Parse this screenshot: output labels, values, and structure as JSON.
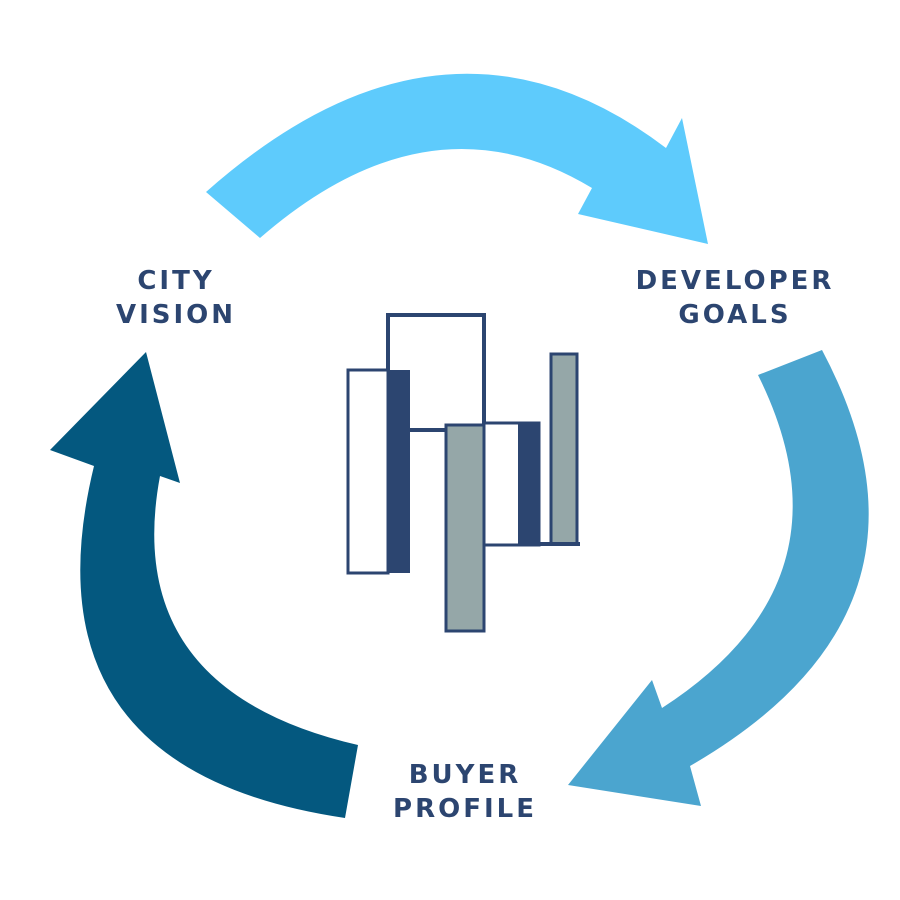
{
  "diagram": {
    "type": "cycle",
    "colors": {
      "arrow_top": "#5ecbfc",
      "arrow_right": "#4ba5cf",
      "arrow_left": "#04587f",
      "building_outline": "#2c4570",
      "building_fill_gray": "#95a7a8",
      "label_text": "#2c4570"
    },
    "stages": [
      {
        "id": "city-vision",
        "line1": "CITY",
        "line2": "VISION"
      },
      {
        "id": "developer-goals",
        "line1": "DEVELOPER",
        "line2": "GOALS"
      },
      {
        "id": "buyer-profile",
        "line1": "BUYER",
        "line2": "PROFILE"
      }
    ],
    "flow": [
      "CITY VISION → DEVELOPER GOALS",
      "DEVELOPER GOALS → BUYER PROFILE",
      "BUYER PROFILE → CITY VISION"
    ],
    "center_icon": "city-buildings-icon"
  }
}
